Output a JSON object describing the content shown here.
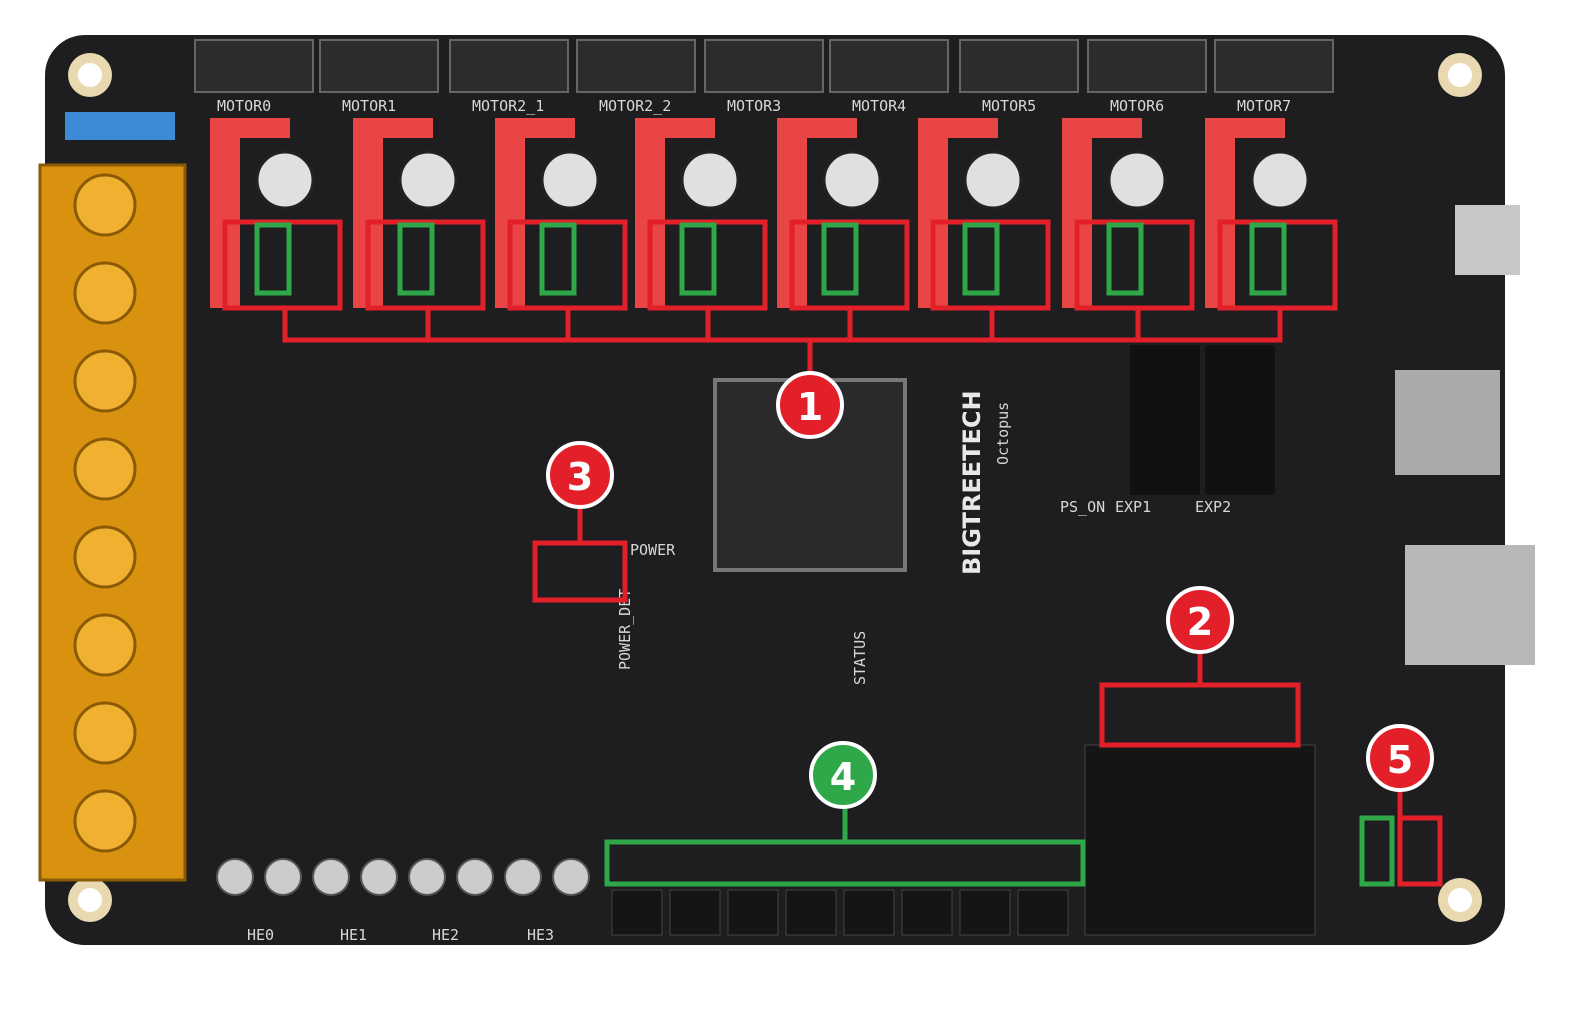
{
  "board": {
    "brand": "BIGTREETECH",
    "model": "Octopus",
    "motor_labels": [
      "MOTOR0",
      "MOTOR1",
      "MOTOR2_1",
      "MOTOR2_2",
      "MOTOR3",
      "MOTOR4",
      "MOTOR5",
      "MOTOR6",
      "MOTOR7"
    ],
    "heater_labels": [
      "HE0",
      "HE1",
      "HE2",
      "HE3"
    ],
    "silkscreen": {
      "power": "POWER",
      "ps_on": "PS_ON",
      "exp1": "EXP1",
      "exp2": "EXP2",
      "status": "STATUS",
      "power_det": "POWER_DET"
    }
  },
  "callouts": [
    {
      "number": "1",
      "color": "#e3202a"
    },
    {
      "number": "2",
      "color": "#e3202a"
    },
    {
      "number": "3",
      "color": "#e3202a"
    },
    {
      "number": "4",
      "color": "#2fa84a"
    },
    {
      "number": "5",
      "color": "#e3202a"
    }
  ],
  "colors": {
    "red": "#e3202a",
    "green": "#2fa84a",
    "pcb": "#1e1e20",
    "terminal": "#d9920f"
  }
}
